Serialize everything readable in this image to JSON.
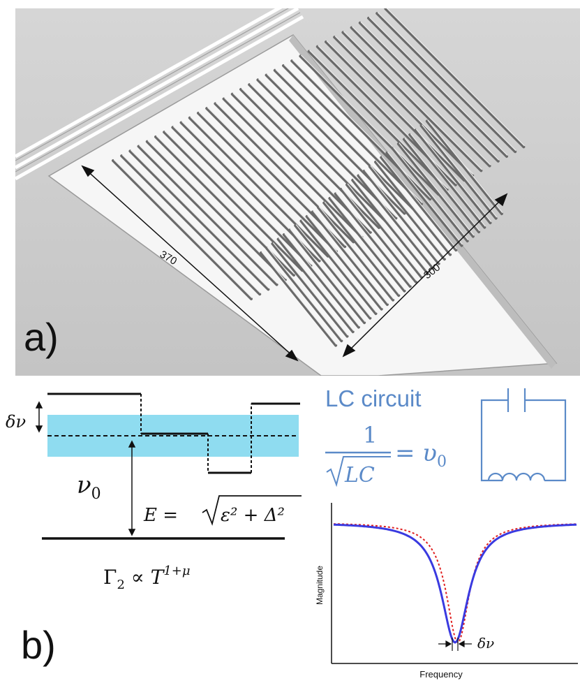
{
  "panel_a": {
    "label": "a)",
    "dim_long": "370",
    "dim_short": "300"
  },
  "panel_b": {
    "label": "b)",
    "delta_nu_label": "δν",
    "nu0_label": "ν",
    "nu0_sub": "0",
    "energy_eq": "E = √ε² + Δ²",
    "energy_E": "E = ",
    "energy_inner": "ε² + Δ²",
    "gamma_main": "Γ",
    "gamma_sub": "2",
    "gamma_rest": " ∝ T",
    "gamma_sup": "1+μ",
    "lc_title": "LC circuit",
    "lc_numerator": "1",
    "lc_denominator": "LC",
    "lc_rhs": "= υ",
    "lc_rhs_sub": "0",
    "plot_ylabel": "Magnitude",
    "plot_xlabel": "Frequency",
    "plot_delta_label": "δν"
  },
  "colors": {
    "band": "#8fdcf0",
    "lc_text": "#5b8ac8",
    "curve_blue": "#3a3ae0",
    "curve_red": "#e02020"
  }
}
